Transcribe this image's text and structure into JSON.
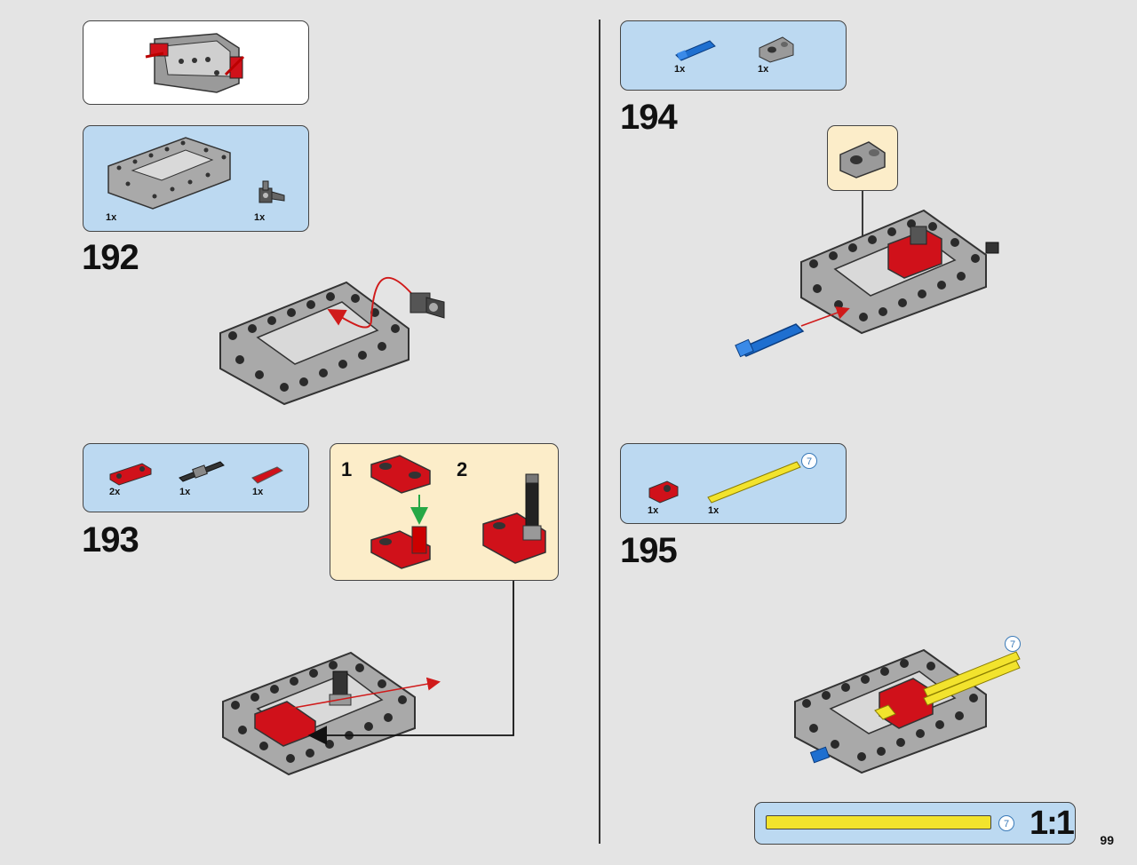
{
  "page": {
    "number": "99"
  },
  "step192": {
    "number": "192",
    "parts": [
      {
        "qty": "1x",
        "name": "5x7 open frame",
        "icon": "frame-icon"
      },
      {
        "qty": "1x",
        "name": "axle and pin connector",
        "icon": "connector-icon"
      }
    ]
  },
  "step193": {
    "number": "193",
    "parts": [
      {
        "qty": "2x",
        "name": "red beam",
        "icon": "red-beam-icon"
      },
      {
        "qty": "1x",
        "name": "black axle",
        "icon": "axle-icon"
      },
      {
        "qty": "1x",
        "name": "red pin",
        "icon": "red-pin-icon"
      }
    ],
    "substeps": [
      "1",
      "2"
    ]
  },
  "step194": {
    "number": "194",
    "parts": [
      {
        "qty": "1x",
        "name": "blue pin",
        "icon": "blue-pin-icon"
      },
      {
        "qty": "1x",
        "name": "grey connector",
        "icon": "grey-connector-icon"
      }
    ]
  },
  "step195": {
    "number": "195",
    "parts": [
      {
        "qty": "1x",
        "name": "red connector",
        "icon": "red-connector-icon"
      },
      {
        "qty": "1x",
        "name": "yellow axle",
        "icon": "yellow-axle-icon"
      }
    ],
    "axle_length": "7"
  },
  "scale": {
    "label": "1:1",
    "axle_length": "7"
  },
  "colors": {
    "blue_panel": "#bcd9f1",
    "tan_panel": "#fcedc9",
    "red": "#d0111a",
    "yellow": "#f2e32d",
    "blue_part": "#1e6fd0",
    "frame_grey": "#a9a9a9"
  }
}
